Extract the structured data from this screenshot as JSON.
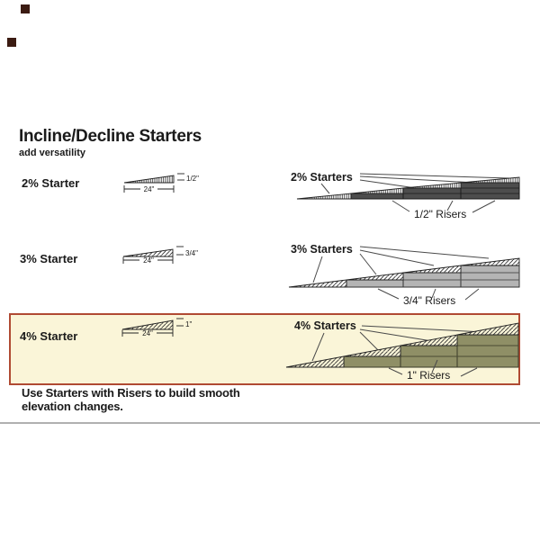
{
  "title": "Incline/Decline Starters",
  "subtitle": "add versatility",
  "rows": {
    "pct2": {
      "label": "2% Starter",
      "length": "24\"",
      "height": "1/2\"",
      "group_label": "2% Starters",
      "risers_label": "1/2\" Risers"
    },
    "pct3": {
      "label": "3% Starter",
      "length": "24\"",
      "height": "3/4\"",
      "group_label": "3% Starters",
      "risers_label": "3/4\" Risers"
    },
    "pct4": {
      "label": "4% Starter",
      "length": "24\"",
      "height": "1\"",
      "group_label": "4% Starters",
      "risers_label": "1\" Risers"
    }
  },
  "footer": {
    "line1": "Use Starters with Risers to build smooth",
    "line2": "elevation changes."
  },
  "colors": {
    "riser_2pct": "#4d4d4d",
    "riser_3pct": "#b4b4b4",
    "riser_4pct": "#8f8f66",
    "highlight_bg": "#faf5d8",
    "highlight_border": "#b04a33",
    "divider": "#b0b0b0",
    "marker": "#3b1b12"
  }
}
